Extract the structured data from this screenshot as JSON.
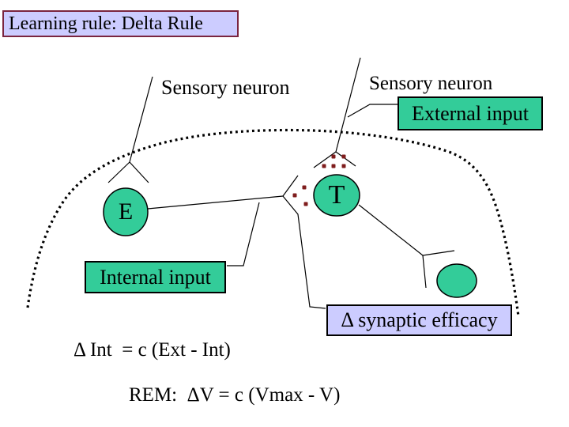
{
  "slide": {
    "title": "Learning rule: Delta Rule",
    "labels": {
      "sensory_neuron_left": "Sensory neuron",
      "sensory_neuron_right": "Sensory neuron",
      "external_input": "External input",
      "internal_input": "Internal input",
      "synaptic_efficacy": "Δ synaptic efficacy"
    },
    "neurons": {
      "e_label": "E",
      "t_label": "T"
    },
    "formulas": {
      "delta_int": "Δ Int  = c (Ext - Int)",
      "rem": "REM:  ΔV = c (Vmax - V)"
    },
    "colors": {
      "background": "#ffffff",
      "neuron_green": "#33cc99",
      "label_lavender": "#ccccff",
      "title_border_maroon": "#7a2540",
      "synapse_dot_maroon": "#7f1d1d",
      "line_black": "#000000"
    }
  }
}
